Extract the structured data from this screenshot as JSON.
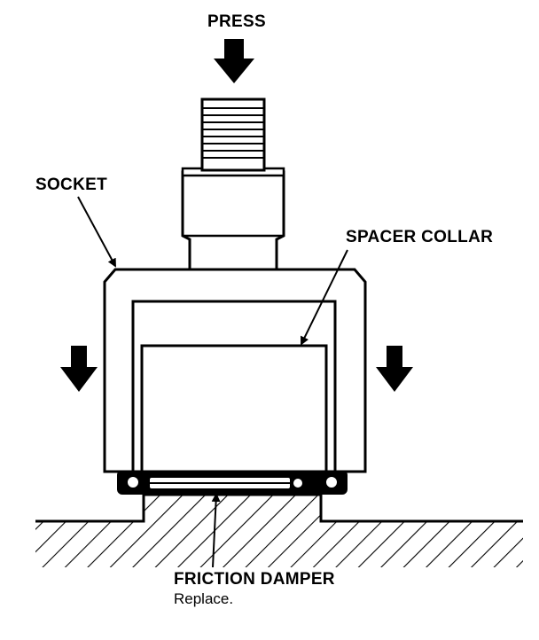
{
  "labels": {
    "press": "PRESS",
    "socket": "SOCKET",
    "spacer_collar": "SPACER COLLAR",
    "friction_damper": "FRICTION DAMPER",
    "friction_damper_note": "Replace."
  },
  "colors": {
    "ink": "#000000",
    "paper": "#ffffff"
  }
}
